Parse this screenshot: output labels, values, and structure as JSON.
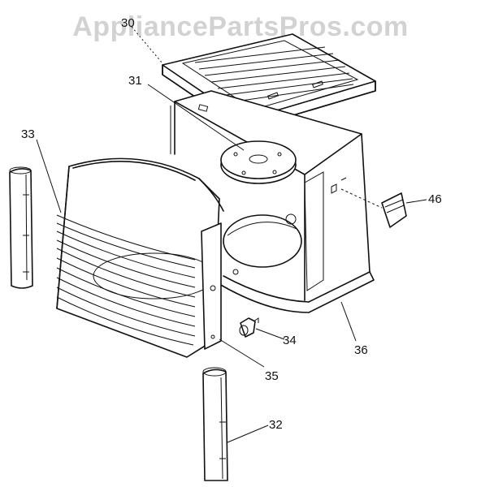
{
  "watermark": "AppliancePartsPros.com",
  "callouts": {
    "p30": "30",
    "p31": "31",
    "p32": "32",
    "p33": "33",
    "p34": "34",
    "p35": "35",
    "p36": "36",
    "p46": "46"
  }
}
